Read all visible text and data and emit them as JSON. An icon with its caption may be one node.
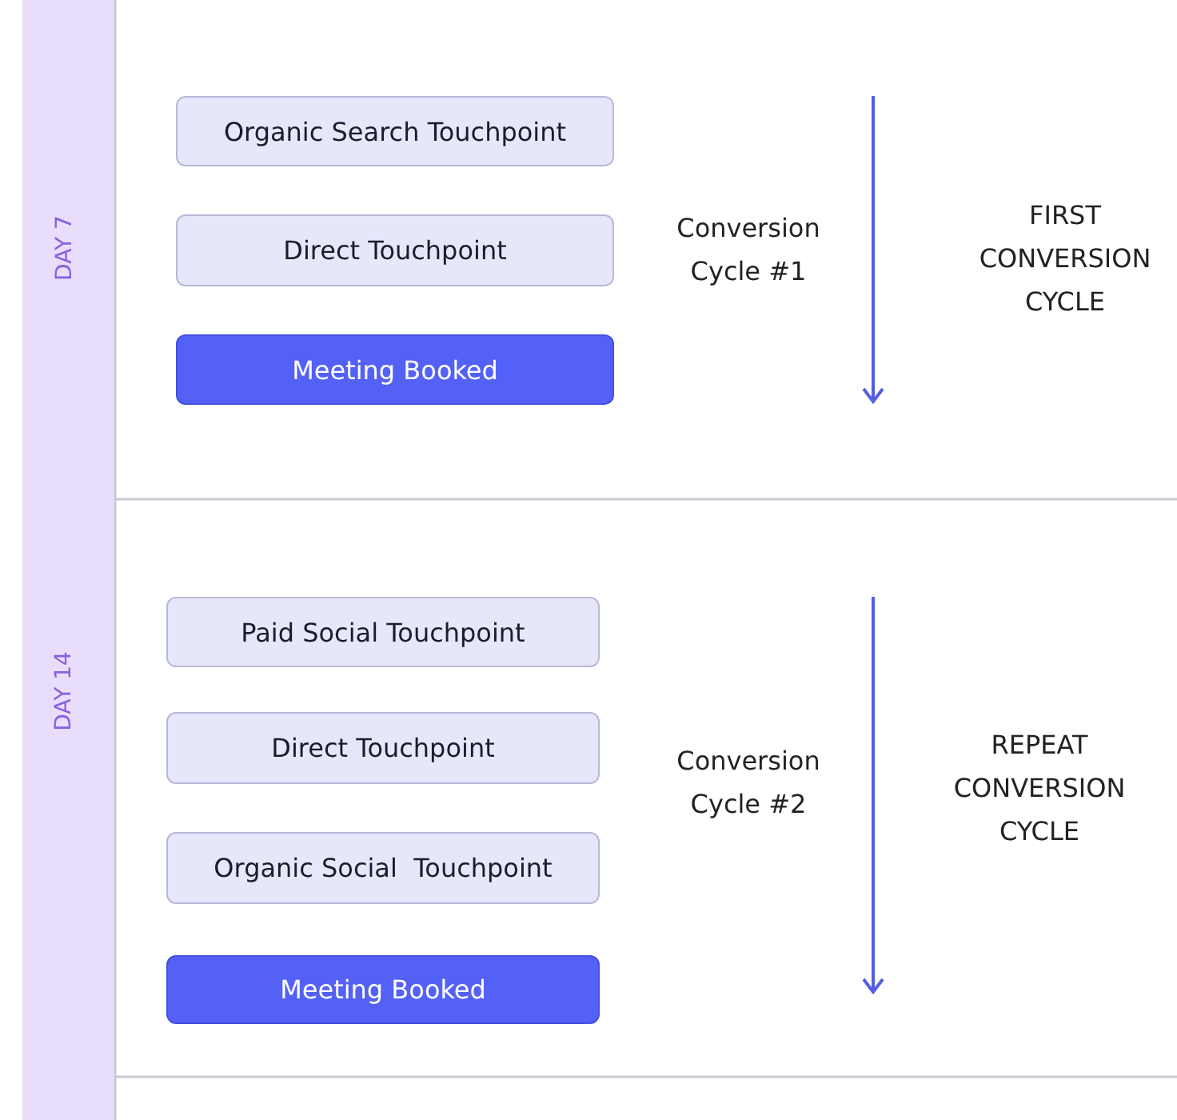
{
  "diagram": {
    "nodes": [
      {
        "text": [
          "Organic Search Touchpoint"
        ]
      },
      {
        "text": [
          "Direct Touchpoint"
        ]
      },
      {
        "text": [
          "Meeting Booked"
        ]
      },
      {
        "text": [
          "Paid Social Touchpoint"
        ]
      },
      {
        "text": [
          "Direct Touchpoint"
        ]
      },
      {
        "text": [
          "Organic Social  Touchpoint"
        ]
      },
      {
        "text": [
          "Meeting Booked"
        ]
      }
    ],
    "labels": [
      "DAY 7",
      "Conversion Cycle #1",
      "FIRST CONVERSION CYCLE",
      "DAY 14",
      "Conversion Cycle #2",
      "REPEAT CONVERSION CYCLE"
    ]
  }
}
